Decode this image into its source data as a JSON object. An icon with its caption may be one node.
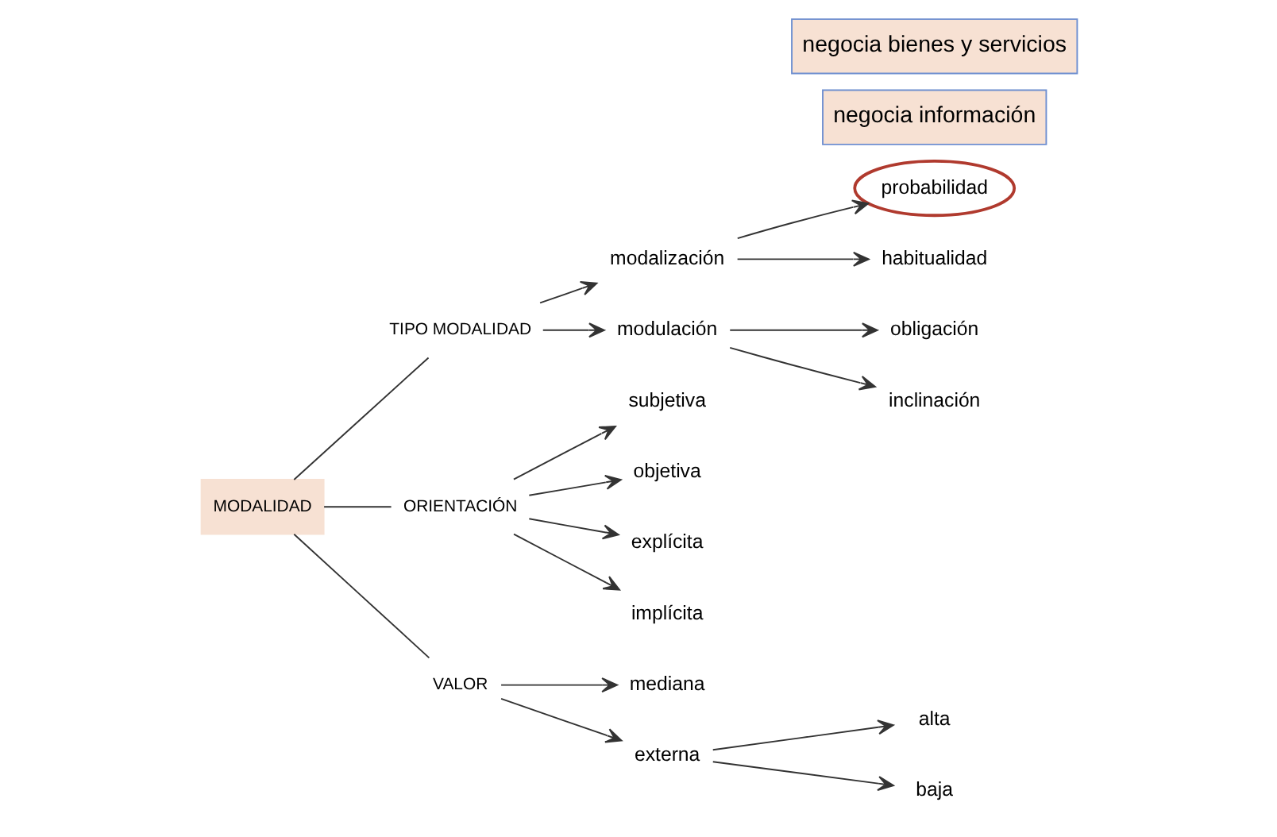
{
  "diagram": {
    "nodes": [
      {
        "text": [
          "MODALIDAD"
        ]
      },
      {
        "text": [
          "TIPO MODALIDAD"
        ]
      },
      {
        "text": [
          "modalización"
        ]
      },
      {
        "text": [
          "probabilidad"
        ]
      },
      {
        "text": [
          "habitualidad"
        ]
      },
      {
        "text": [
          "negocia información"
        ]
      },
      {
        "text": [
          "modulación"
        ]
      },
      {
        "text": [
          "obligación"
        ]
      },
      {
        "text": [
          "inclinación"
        ]
      },
      {
        "text": [
          "negocia bienes y servicios"
        ]
      },
      {
        "text": [
          "ORIENTACIÓN"
        ]
      },
      {
        "text": [
          "subjetiva"
        ]
      },
      {
        "text": [
          "objetiva"
        ]
      },
      {
        "text": [
          "explícita"
        ]
      },
      {
        "text": [
          "implícita"
        ]
      },
      {
        "text": [
          "VALOR"
        ]
      },
      {
        "text": [
          "mediana"
        ]
      },
      {
        "text": [
          "externa"
        ]
      },
      {
        "text": [
          "alta"
        ]
      },
      {
        "text": [
          "baja"
        ]
      }
    ],
    "edges": [
      {
        "from": 0,
        "to": 1,
        "arrow": "none"
      },
      {
        "from": 0,
        "to": 10,
        "arrow": "none"
      },
      {
        "from": 0,
        "to": 15,
        "arrow": "none"
      },
      {
        "from": 1,
        "to": 2,
        "arrow": "to"
      },
      {
        "from": 1,
        "to": 6,
        "arrow": "to"
      },
      {
        "from": 2,
        "to": 3,
        "arrow": "to"
      },
      {
        "from": 2,
        "to": 4,
        "arrow": "to"
      },
      {
        "from": 6,
        "to": 7,
        "arrow": "to"
      },
      {
        "from": 6,
        "to": 8,
        "arrow": "to"
      },
      {
        "from": 10,
        "to": 11,
        "arrow": "to"
      },
      {
        "from": 10,
        "to": 12,
        "arrow": "to"
      },
      {
        "from": 10,
        "to": 13,
        "arrow": "to"
      },
      {
        "from": 10,
        "to": 14,
        "arrow": "to"
      },
      {
        "from": 15,
        "to": 16,
        "arrow": "to"
      },
      {
        "from": 15,
        "to": 17,
        "arrow": "to"
      },
      {
        "from": 17,
        "to": 18,
        "arrow": "to"
      },
      {
        "from": 17,
        "to": 19,
        "arrow": "to"
      }
    ]
  }
}
